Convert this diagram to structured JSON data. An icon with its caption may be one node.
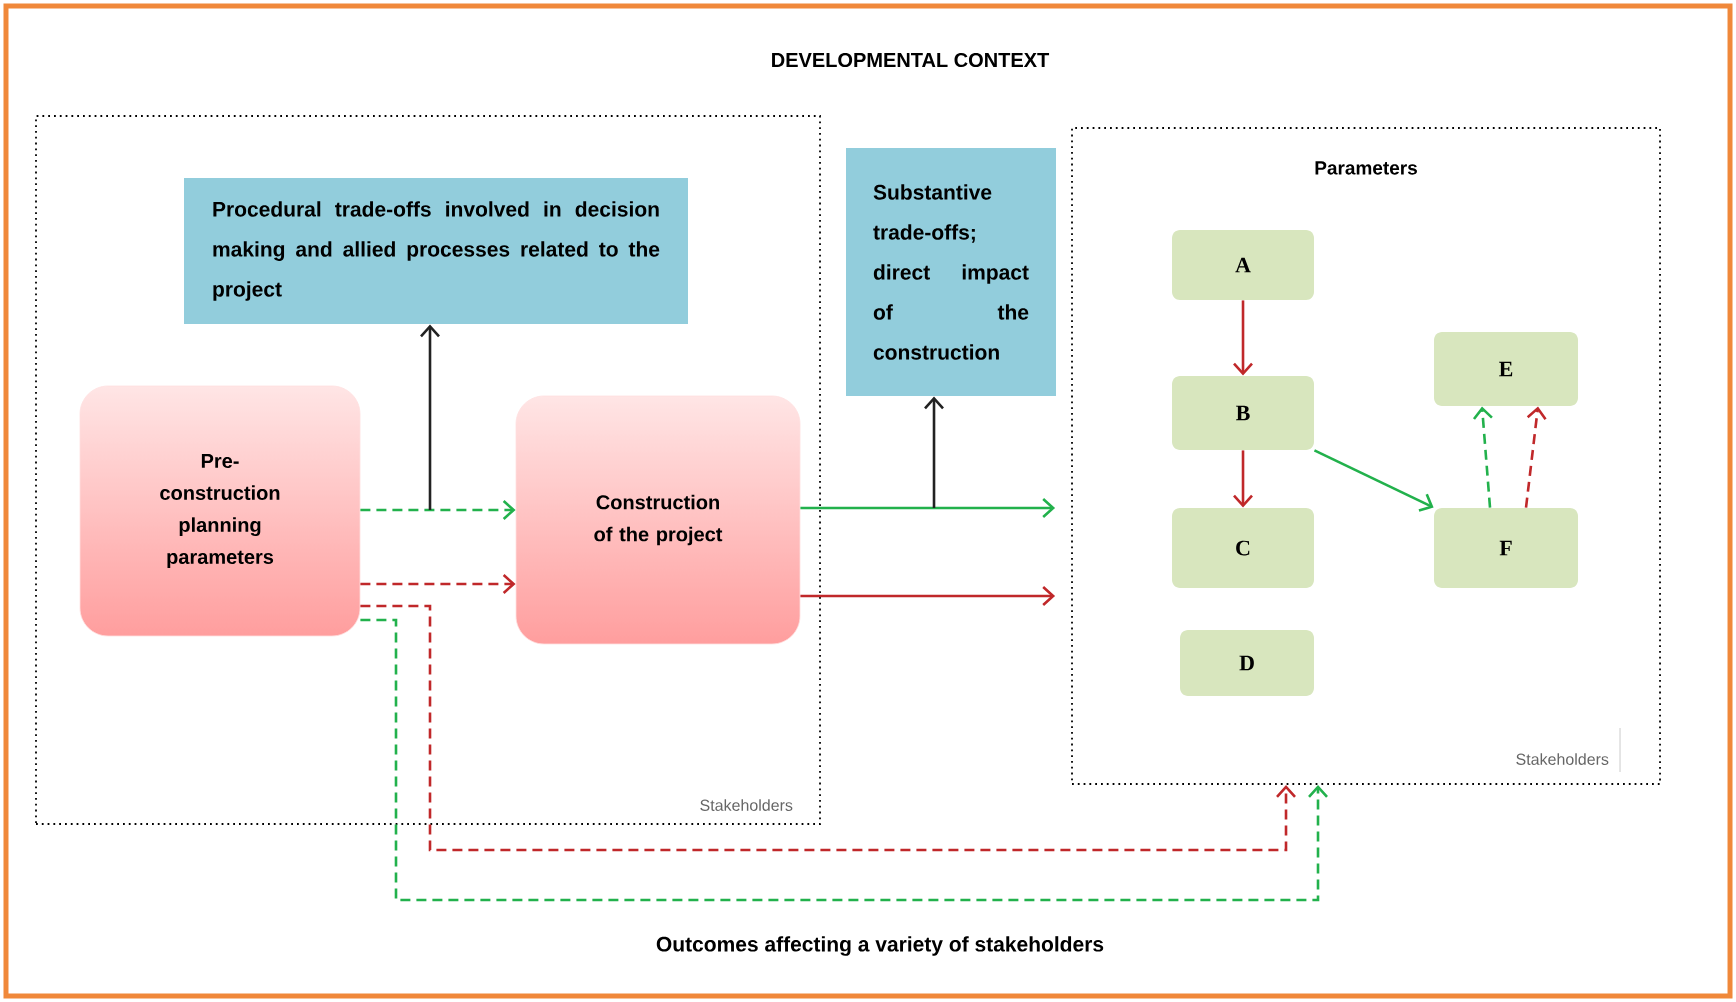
{
  "diagram": {
    "title": "DEVELOPMENTAL CONTEXT",
    "caption": "Outcomes affecting a variety of stakeholders",
    "nodes": [
      {
        "text": [
          "Stakeholders"
        ]
      },
      {
        "text": [
          "Procedural trade-offs involved in decision making and allied processes related to the project"
        ],
        "in": 0
      },
      {
        "text": [
          "Pre- construction planning parameters"
        ],
        "in": 0
      },
      {
        "text": [
          "Construction of the project"
        ],
        "in": 0
      },
      {
        "text": [
          "Substantive trade-offs; direct impact of the construction"
        ]
      },
      {
        "text": [
          "Parameters",
          "Stakeholders"
        ]
      },
      {
        "text": [
          "A"
        ],
        "in": 5
      },
      {
        "text": [
          "B"
        ],
        "in": 5
      },
      {
        "text": [
          "C"
        ],
        "in": 5
      },
      {
        "text": [
          "D"
        ],
        "in": 5
      },
      {
        "text": [
          "E"
        ],
        "in": 5
      },
      {
        "text": [
          "F"
        ],
        "in": 5
      }
    ],
    "edges": [
      {
        "from": 2,
        "to": 3,
        "arrow": "to",
        "style": "dashed",
        "color": "#22b14c"
      },
      {
        "from": 2,
        "to": 3,
        "arrow": "to",
        "style": "dashed"
      },
      {
        "from": null,
        "to": 1,
        "arrow": "to",
        "color": "#222222"
      },
      {
        "from": 3,
        "to": 5,
        "arrow": "to",
        "color": "#22b14c"
      },
      {
        "from": 3,
        "to": 5,
        "arrow": "to"
      },
      {
        "from": null,
        "to": 4,
        "arrow": "to",
        "color": "#222222"
      },
      {
        "from": 2,
        "to": 5,
        "arrow": "to",
        "style": "dashed"
      },
      {
        "from": 2,
        "to": 5,
        "arrow": "to",
        "style": "dashed",
        "color": "#22b14c"
      },
      {
        "from": 6,
        "to": 7,
        "arrow": "to"
      },
      {
        "from": 7,
        "to": 8,
        "arrow": "to"
      },
      {
        "from": 7,
        "to": 11,
        "arrow": "to",
        "color": "#22b14c"
      },
      {
        "from": 11,
        "to": 10,
        "arrow": "to",
        "style": "dashed",
        "color": "#22b14c"
      },
      {
        "from": 11,
        "to": 10,
        "arrow": "to",
        "style": "dashed"
      }
    ]
  }
}
